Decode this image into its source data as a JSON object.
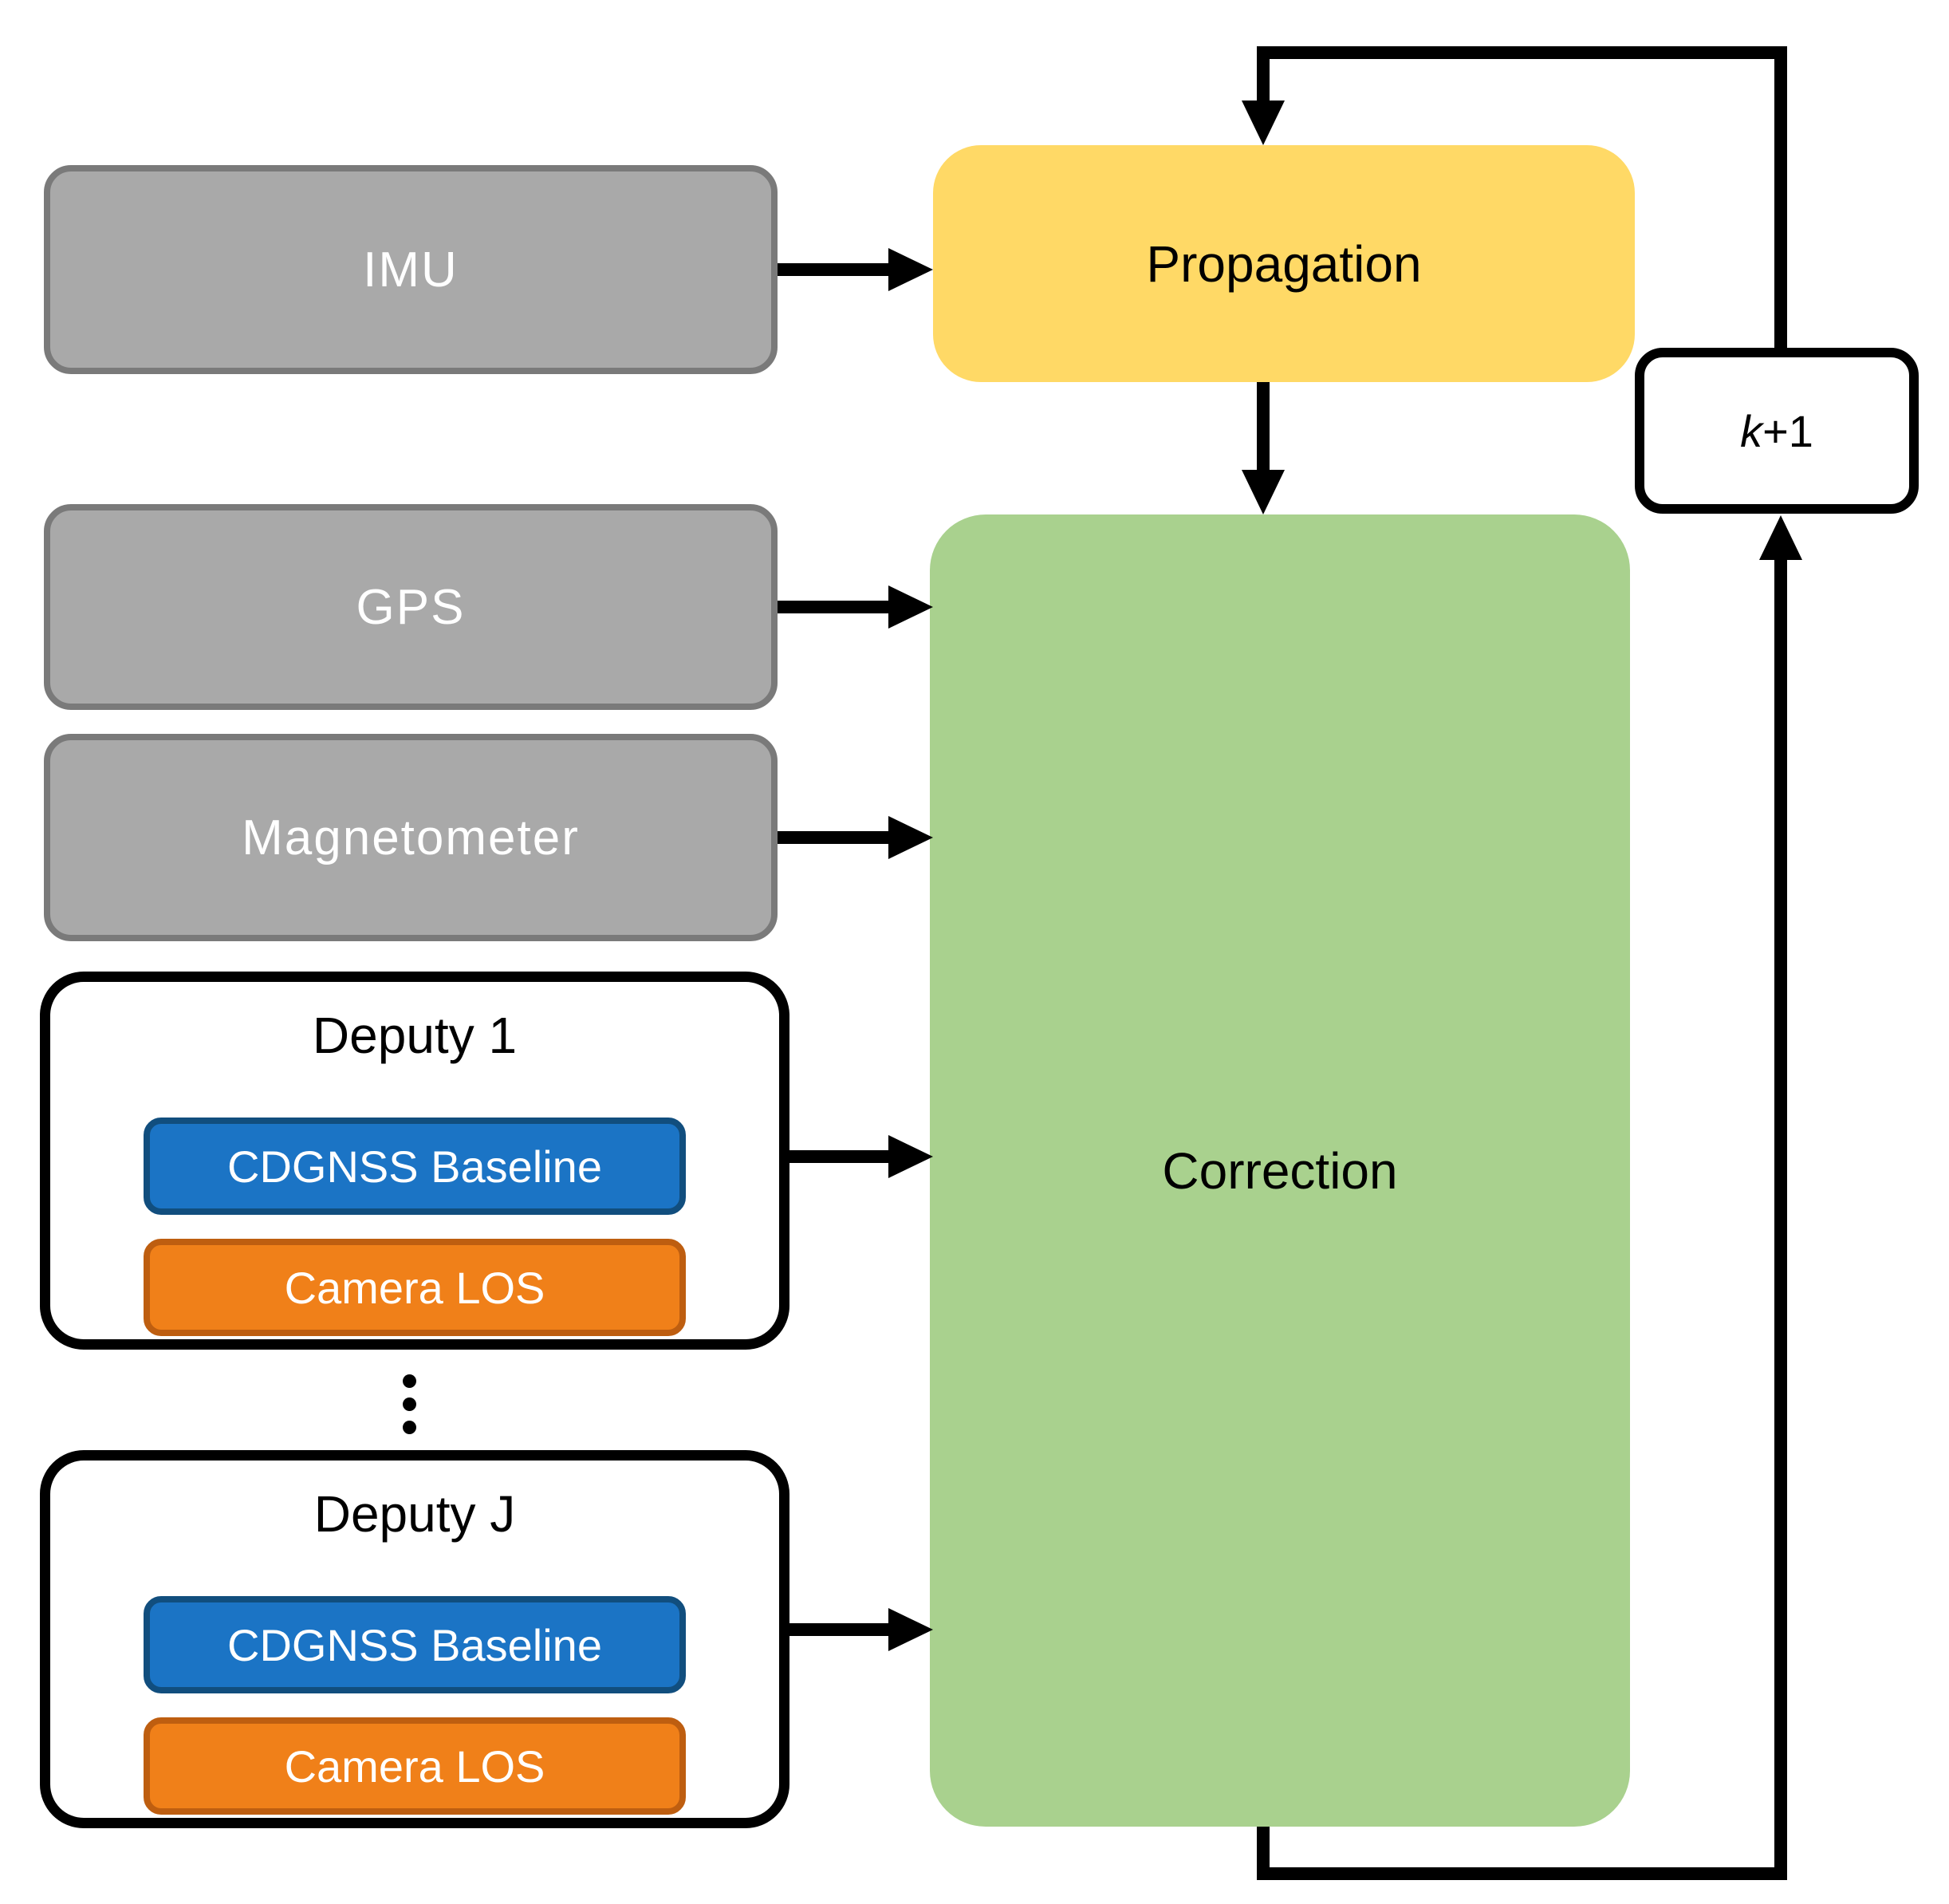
{
  "colors": {
    "bg": "#ffffff",
    "line": "#000000",
    "gray-fill": "#a9a9a9",
    "gray-border": "#7a7a7a",
    "yellow-fill": "#ffd966",
    "green-fill": "#a9d18e",
    "blue-fill": "#1b74c5",
    "blue-border": "#114e7e",
    "orange-fill": "#f08019",
    "orange-border": "#be5e10",
    "label-light": "#ffffff",
    "label-dark": "#000000"
  },
  "nodes": {
    "imu": {
      "label": "IMU"
    },
    "gps": {
      "label": "GPS"
    },
    "magnetometer": {
      "label": "Magnetometer"
    },
    "propagation": {
      "label": "Propagation"
    },
    "correction": {
      "label": "Correction"
    },
    "deputy1": {
      "title": "Deputy 1",
      "cdgnss_label": "CDGNSS Baseline",
      "camera_label": "Camera LOS"
    },
    "deputyj": {
      "title": "Deputy J",
      "cdgnss_label": "CDGNSS Baseline",
      "camera_label": "Camera LOS"
    },
    "increment": {
      "k": "k",
      "plus": "+1"
    }
  }
}
